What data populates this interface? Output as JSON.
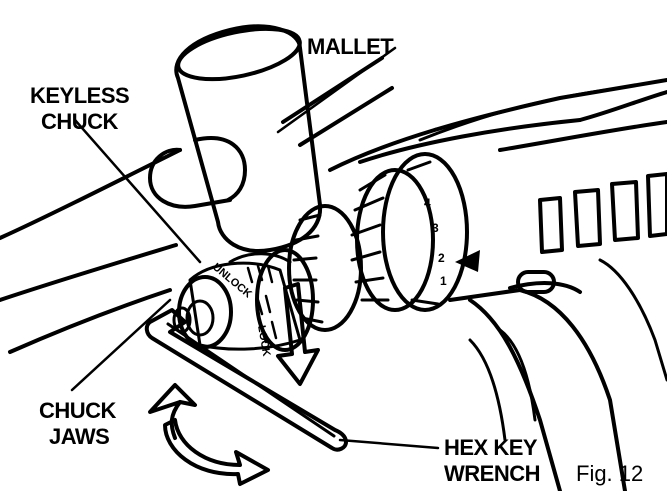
{
  "labels": {
    "mallet": "MALLET",
    "keyless_chuck_line1": "KEYLESS",
    "keyless_chuck_line2": "CHUCK",
    "chuck_jaws_line1": "CHUCK",
    "chuck_jaws_line2": "JAWS",
    "hex_key_line1": "HEX KEY",
    "hex_key_line2": "WRENCH",
    "figure": "Fig. 12"
  },
  "chuck_markings": {
    "unlock": "UNLOCK",
    "lock": "LOCK"
  },
  "collar_numbers": [
    "1",
    "2",
    "3",
    "4"
  ]
}
